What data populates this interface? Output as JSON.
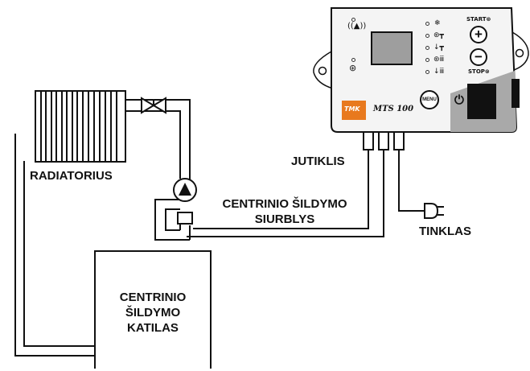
{
  "labels": {
    "radiator": "RADIATORIUS",
    "sensor": "JUTIKLIS",
    "pump_line1": "CENTRINIO ŠILDYMO",
    "pump_line2": "SIURBLYS",
    "mains": "TINKLAS",
    "boiler_line1": "CENTRINIO",
    "boiler_line2": "ŠILDYMO",
    "boiler_line3": "KATILAS"
  },
  "controller": {
    "brand": "TMK",
    "model": "MTS 100",
    "menu_label": "MENU",
    "start_label": "START",
    "stop_label": "STOP",
    "plus_symbol": "+",
    "minus_symbol": "−",
    "power_symbol": "⏻",
    "brand_color": "#e8791e",
    "body_color": "#f4f4f4",
    "side_panel_color": "#a9a9a9"
  },
  "icons": {
    "alarm": "alarm-icon",
    "pump": "pump-indicator-icon",
    "snowflake": "snowflake-icon",
    "tap": "tap-icon",
    "thermometer": "thermometer-icon",
    "radiator": "radiator-icon",
    "plug": "plug-icon",
    "valve": "valve-icon"
  }
}
